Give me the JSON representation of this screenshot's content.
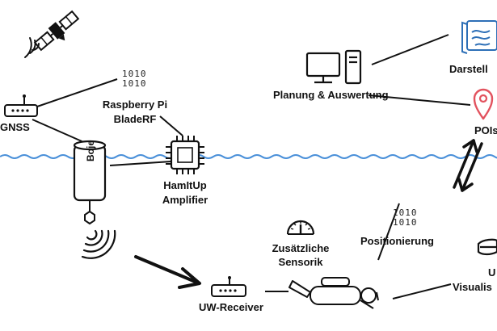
{
  "labels": {
    "gnss": "GNSS",
    "raspberry": "Raspberry Pi",
    "bladerf": "BladeRF",
    "boje": "Boje",
    "hamitup": "HamItUp",
    "amplifier": "Amplifier",
    "planung": "Planung & Auswertung",
    "darstellung": "Darstell",
    "pois": "POIs",
    "zusaetzliche": "Zusätzliche",
    "sensorik": "Sensorik",
    "positionierung": "Positionierung",
    "uw_receiver": "UW-Receiver",
    "uw": "U",
    "visualisierung": "Visualis"
  },
  "binary": {
    "line1": "1010",
    "line2": "1010"
  },
  "colors": {
    "water": "#4a90d9",
    "poi_pin": "#e2525e",
    "map_icon": "#2d6fb7",
    "ink": "#111111"
  },
  "icons": [
    "satellite-icon",
    "router-icon",
    "chip-icon",
    "buoy-icon",
    "sonar-waves-icon",
    "computer-icon",
    "map-icon",
    "location-pin-icon",
    "exchange-arrows-icon",
    "gauge-icon",
    "diver-icon",
    "vr-goggles-icon",
    "binary-icon"
  ]
}
